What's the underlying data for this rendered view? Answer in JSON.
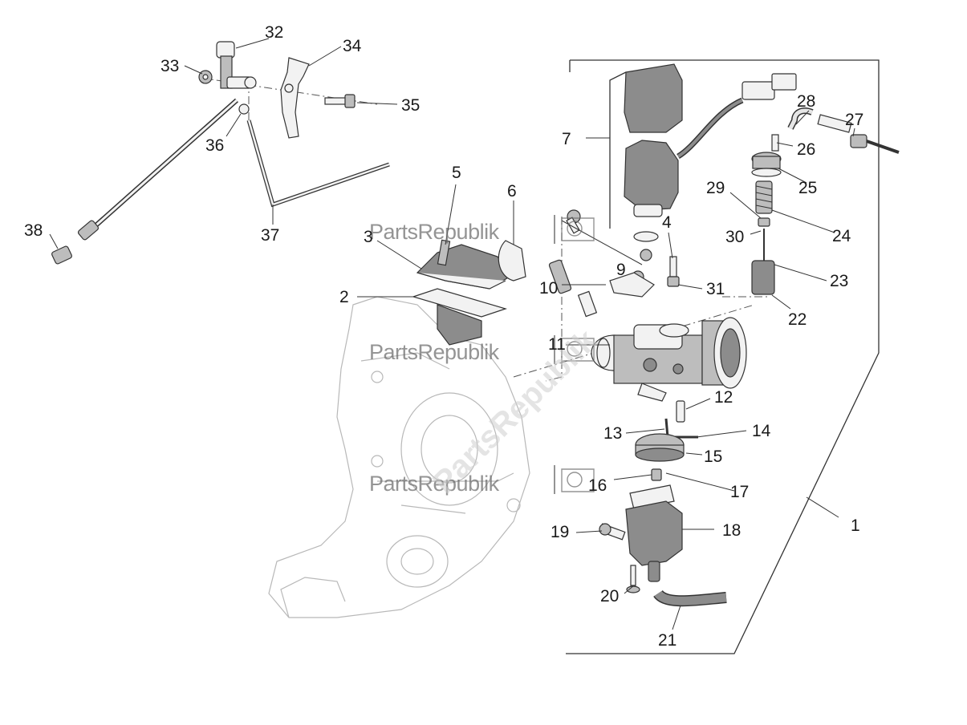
{
  "callouts": [
    {
      "label": "1"
    },
    {
      "label": "2"
    },
    {
      "label": "3"
    },
    {
      "label": "4"
    },
    {
      "label": "5"
    },
    {
      "label": "6"
    },
    {
      "label": "7"
    },
    {
      "label": "9"
    },
    {
      "label": "10"
    },
    {
      "label": "11"
    },
    {
      "label": "12"
    },
    {
      "label": "13"
    },
    {
      "label": "14"
    },
    {
      "label": "15"
    },
    {
      "label": "16"
    },
    {
      "label": "17"
    },
    {
      "label": "18"
    },
    {
      "label": "19"
    },
    {
      "label": "20"
    },
    {
      "label": "21"
    },
    {
      "label": "22"
    },
    {
      "label": "23"
    },
    {
      "label": "24"
    },
    {
      "label": "25"
    },
    {
      "label": "26"
    },
    {
      "label": "27"
    },
    {
      "label": "28"
    },
    {
      "label": "29"
    },
    {
      "label": "30"
    },
    {
      "label": "31"
    },
    {
      "label": "32"
    },
    {
      "label": "33"
    },
    {
      "label": "34"
    },
    {
      "label": "35"
    },
    {
      "label": "36"
    },
    {
      "label": "37"
    },
    {
      "label": "38"
    }
  ],
  "watermark": {
    "brand": "PartsRepublik",
    "diagonal": "PartsRepublik"
  },
  "colors": {
    "line": "#333333",
    "watermark": "#6b6b6b",
    "ghost": "#b8b8b8"
  }
}
